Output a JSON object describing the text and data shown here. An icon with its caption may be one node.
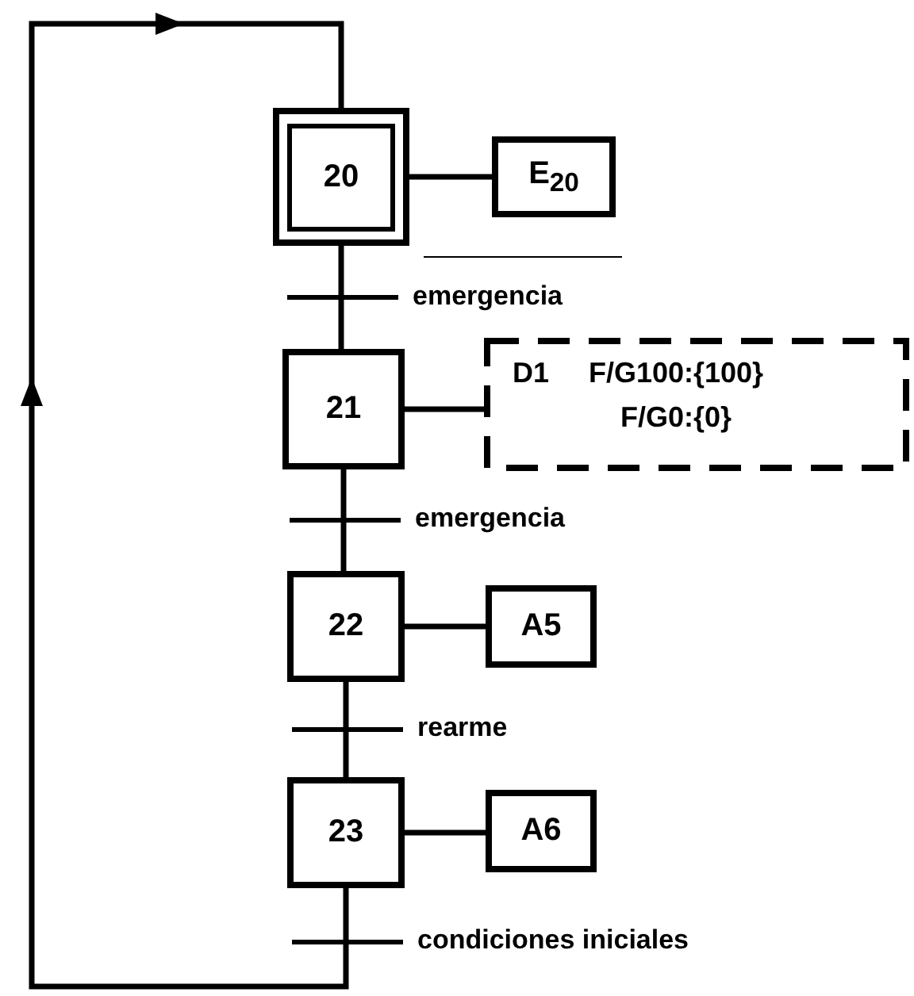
{
  "diagram": {
    "nodes": [
      {
        "text": [
          "20"
        ]
      },
      {
        "text": [
          "E$_{20}$"
        ]
      },
      {
        "text": [
          "21"
        ]
      },
      {
        "text": [
          "D1",
          "F/G100:{100} F/G0:{0}"
        ]
      },
      {
        "text": [
          "22"
        ]
      },
      {
        "text": [
          "A5"
        ]
      },
      {
        "text": [
          "23"
        ]
      },
      {
        "text": [
          "A6"
        ]
      }
    ],
    "edges": [
      {
        "from": 0,
        "to": 1,
        "arrow": "none"
      },
      {
        "from": 0,
        "to": 2,
        "arrow": "none",
        "label": "emergencia"
      },
      {
        "from": 2,
        "to": 3,
        "arrow": "none"
      },
      {
        "from": 2,
        "to": 4,
        "arrow": "none",
        "label": "emergencia"
      },
      {
        "from": 4,
        "to": 5,
        "arrow": "none"
      },
      {
        "from": 4,
        "to": 6,
        "arrow": "none",
        "label": "rearme"
      },
      {
        "from": 6,
        "to": 7,
        "arrow": "none"
      },
      {
        "from": 6,
        "to": 0,
        "arrow": "to",
        "label": "condiciones iniciales"
      }
    ]
  }
}
